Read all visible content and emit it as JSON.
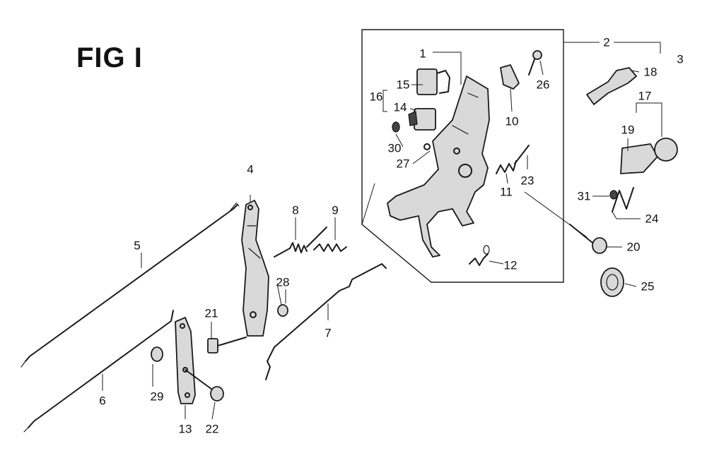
{
  "figure": {
    "title": "FIG I",
    "callouts": [
      {
        "id": "1",
        "label": "1"
      },
      {
        "id": "2",
        "label": "2"
      },
      {
        "id": "3",
        "label": "3"
      },
      {
        "id": "4",
        "label": "4"
      },
      {
        "id": "5",
        "label": "5"
      },
      {
        "id": "6",
        "label": "6"
      },
      {
        "id": "7",
        "label": "7"
      },
      {
        "id": "8",
        "label": "8"
      },
      {
        "id": "9",
        "label": "9"
      },
      {
        "id": "10",
        "label": "10"
      },
      {
        "id": "11",
        "label": "11"
      },
      {
        "id": "12",
        "label": "12"
      },
      {
        "id": "13",
        "label": "13"
      },
      {
        "id": "14",
        "label": "14"
      },
      {
        "id": "15",
        "label": "15"
      },
      {
        "id": "16",
        "label": "16"
      },
      {
        "id": "17",
        "label": "17"
      },
      {
        "id": "18",
        "label": "18"
      },
      {
        "id": "19",
        "label": "19"
      },
      {
        "id": "20",
        "label": "20"
      },
      {
        "id": "21",
        "label": "21"
      },
      {
        "id": "22",
        "label": "22"
      },
      {
        "id": "23",
        "label": "23"
      },
      {
        "id": "24",
        "label": "24"
      },
      {
        "id": "25",
        "label": "25"
      },
      {
        "id": "26",
        "label": "26"
      },
      {
        "id": "27",
        "label": "27"
      },
      {
        "id": "28",
        "label": "28"
      },
      {
        "id": "29",
        "label": "29"
      },
      {
        "id": "30",
        "label": "30"
      },
      {
        "id": "31",
        "label": "31"
      }
    ]
  }
}
